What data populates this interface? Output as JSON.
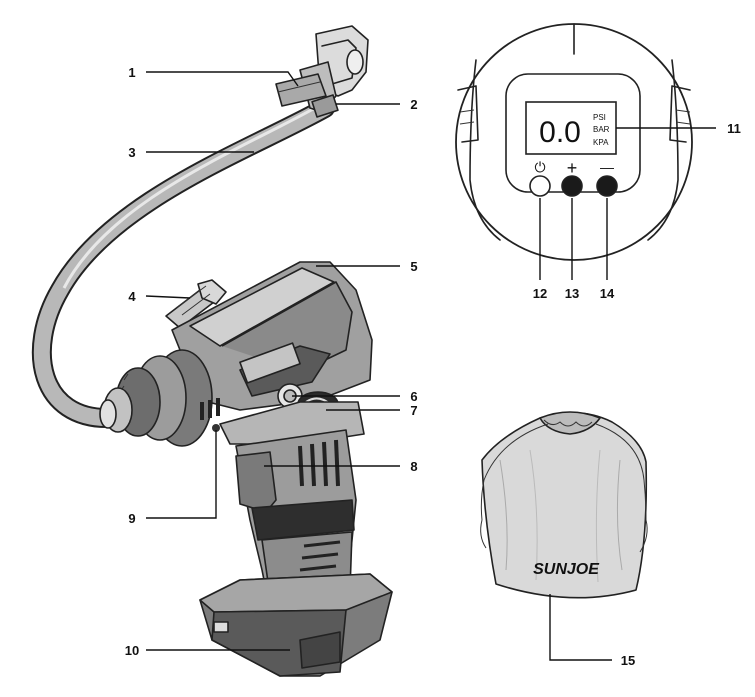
{
  "callouts": [
    {
      "id": "1",
      "label": "1"
    },
    {
      "id": "2",
      "label": "2"
    },
    {
      "id": "3",
      "label": "3"
    },
    {
      "id": "4",
      "label": "4"
    },
    {
      "id": "5",
      "label": "5"
    },
    {
      "id": "6",
      "label": "6"
    },
    {
      "id": "7",
      "label": "7"
    },
    {
      "id": "8",
      "label": "8"
    },
    {
      "id": "9",
      "label": "9"
    },
    {
      "id": "10",
      "label": "10"
    },
    {
      "id": "11",
      "label": "11"
    },
    {
      "id": "12",
      "label": "12"
    },
    {
      "id": "13",
      "label": "13"
    },
    {
      "id": "14",
      "label": "14"
    },
    {
      "id": "15",
      "label": "15"
    }
  ],
  "display": {
    "reading": "0.0",
    "units": [
      "PSI",
      "BAR",
      "KPA"
    ]
  },
  "buttons": {
    "power_symbol": "⏻",
    "plus_symbol": "+",
    "minus_symbol": "—"
  },
  "bag": {
    "brand": "SUNJOE"
  },
  "colors": {
    "ink": "#222222",
    "button_fill": "#1a1a1a",
    "body_gray": "#9a9a9a",
    "dark_gray": "#4a4a4a",
    "bag_gray": "#d4d4d4"
  }
}
